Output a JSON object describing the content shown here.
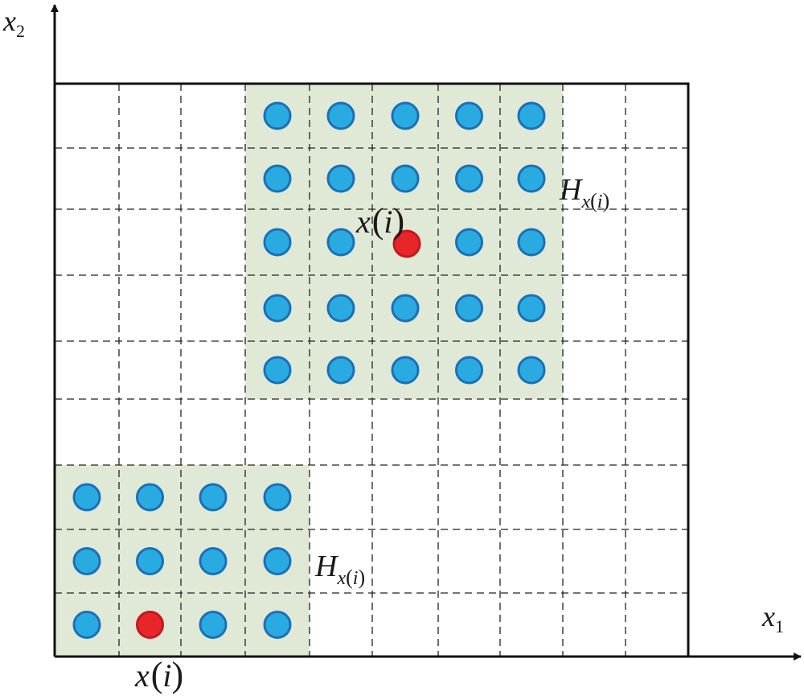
{
  "axes": {
    "x_label": "x",
    "x_sub": "1",
    "y_label": "x",
    "y_sub": "2"
  },
  "grid": {
    "columns": 10,
    "rows": 9
  },
  "colors": {
    "neighborhood_fill": "#e0e9d5",
    "node_fill": "#29abe2",
    "node_stroke": "#1a6fb8",
    "center_fill": "#e8262a",
    "center_stroke": "#c01a1e",
    "grid_line": "#222222",
    "frame": "#111111"
  },
  "neighborhoods": [
    {
      "col_start": 3,
      "col_end": 7,
      "row_start": 0,
      "row_end": 4,
      "center": [
        5,
        2
      ],
      "center_label": {
        "base": "x",
        "open": "(",
        "var": "i",
        "close": ")"
      },
      "set_label": {
        "base": "H",
        "sub_base": "x",
        "sub_open": "(",
        "sub_var": "i",
        "sub_close": ")"
      }
    },
    {
      "col_start": 0,
      "col_end": 3,
      "row_start": 6,
      "row_end": 8,
      "center": [
        1,
        8
      ],
      "center_label": {
        "base": "x",
        "open": "(",
        "var": "i",
        "close": ")"
      },
      "set_label": {
        "base": "H",
        "sub_base": "x",
        "sub_open": "(",
        "sub_var": "i",
        "sub_close": ")"
      }
    }
  ]
}
